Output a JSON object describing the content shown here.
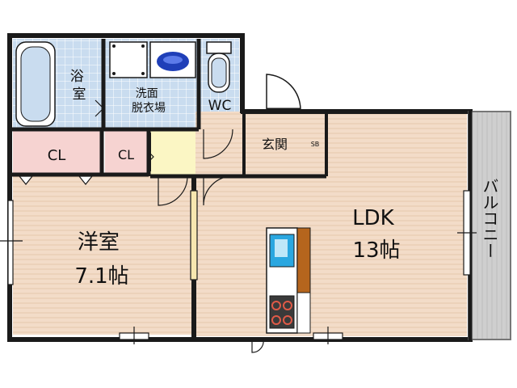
{
  "rooms": {
    "bath": {
      "label": "浴\n室"
    },
    "washroom": {
      "label": "洗面\n脱衣場"
    },
    "wc": {
      "label": "WC"
    },
    "entrance": {
      "label": "玄関"
    },
    "shoebox": {
      "label": "SB"
    },
    "closet_large": {
      "label": "CL"
    },
    "closet_small": {
      "label": "CL"
    },
    "western_room": {
      "label": "洋室\n7.1帖"
    },
    "ldk": {
      "label": "LDK\n13帖"
    },
    "balcony": {
      "label": "バルコニー"
    }
  },
  "colors": {
    "wall": "#1a1a1a",
    "floor_wood": "#f3dcc8",
    "floor_stripe": "#e9cdb6",
    "tile_blue": "#c9dcef",
    "tile_line": "#ffffff",
    "entrance_gray": "#d9d9d9",
    "closet_pink": "#f6d3d1",
    "shoebox_pink": "#e6b6b6",
    "hall_yellow": "#fbf6c4",
    "balcony_gray": "#cfcfcf",
    "sink_blue": "#2aa7e0",
    "counter_brown": "#b5651d",
    "toilet_blue": "#1f3fb8"
  },
  "icons": [
    "bathtub-icon",
    "washing-machine-icon",
    "washbasin-icon",
    "toilet-icon",
    "kitchen-sink-icon",
    "stove-icon"
  ]
}
